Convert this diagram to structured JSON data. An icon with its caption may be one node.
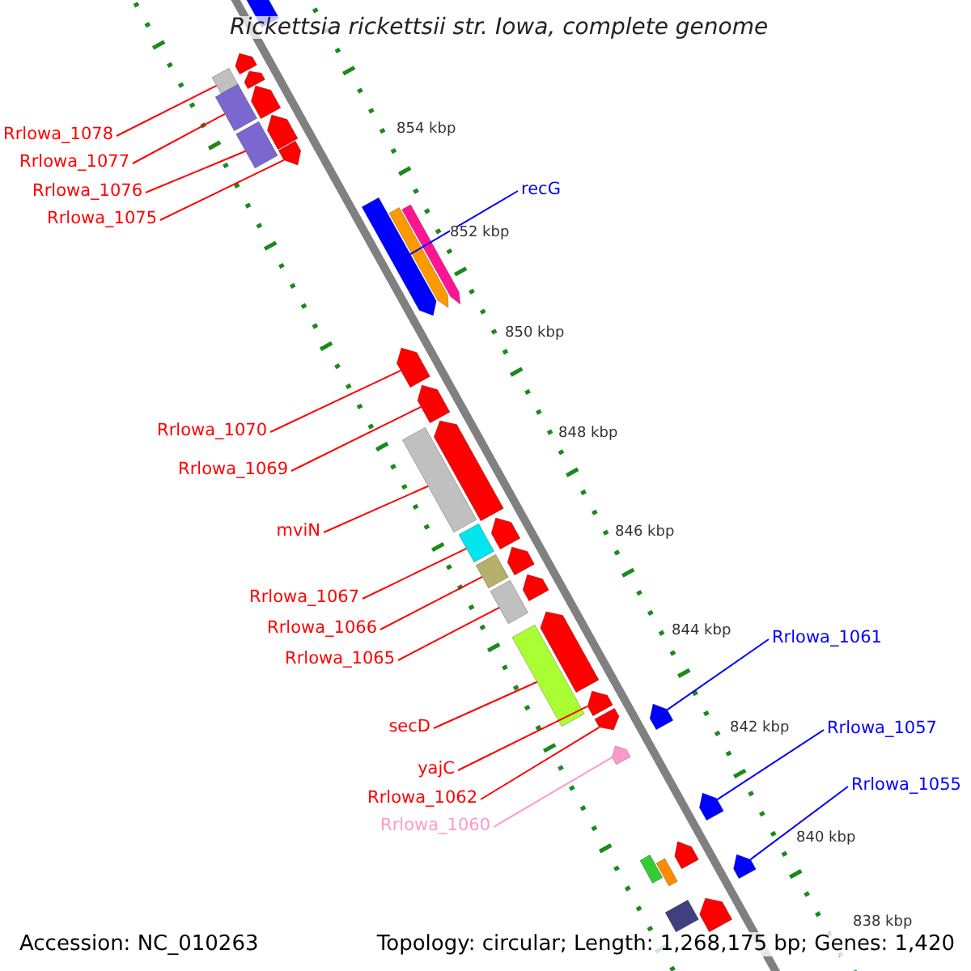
{
  "diagram": {
    "title": "Rickettsia rickettsii str. Iowa, complete genome",
    "nodes": [
      {
        "text": [
          "Rrlowa_1078"
        ]
      },
      {
        "text": [
          "Rrlowa_1077"
        ]
      },
      {
        "text": [
          "Rrlowa_1076"
        ]
      },
      {
        "text": [
          "Rrlowa_1075"
        ]
      },
      {
        "text": [
          "recG"
        ]
      },
      {
        "text": [
          "Rrlowa_1070"
        ]
      },
      {
        "text": [
          "Rrlowa_1069"
        ]
      },
      {
        "text": [
          "mviN"
        ]
      },
      {
        "text": [
          "Rrlowa_1067"
        ]
      },
      {
        "text": [
          "Rrlowa_1066"
        ]
      },
      {
        "text": [
          "Rrlowa_1065"
        ]
      },
      {
        "text": [
          "secD"
        ]
      },
      {
        "text": [
          "yajC"
        ]
      },
      {
        "text": [
          "Rrlowa_1062"
        ]
      },
      {
        "text": [
          "Rrlowa_1060"
        ]
      },
      {
        "text": [
          "Rrlowa_1061"
        ]
      },
      {
        "text": [
          "Rrlowa_1057"
        ]
      },
      {
        "text": [
          "Rrlowa_1055"
        ]
      },
      {
        "text": [],
        "shape": "bar"
      },
      {
        "text": [],
        "shape": "bar"
      },
      {
        "text": [],
        "shape": "bar"
      },
      {
        "text": [],
        "shape": "bar"
      },
      {
        "text": [],
        "shape": "bar"
      },
      {
        "text": [],
        "shape": "bar"
      },
      {
        "text": [],
        "shape": "bar"
      },
      {
        "text": [],
        "shape": "bar"
      },
      {
        "text": [],
        "shape": "bar"
      },
      {
        "text": [],
        "shape": "bar"
      },
      {
        "text": [],
        "shape": "bar"
      },
      {
        "text": [],
        "shape": "bar"
      },
      {
        "text": [],
        "shape": "bar"
      },
      {
        "text": [],
        "shape": "bar"
      },
      {
        "text": [],
        "shape": "bar"
      },
      {
        "text": [],
        "shape": "bar"
      },
      {
        "text": [],
        "shape": "bar"
      },
      {
        "text": [],
        "shape": "bar"
      },
      {
        "text": [],
        "shape": "bar"
      },
      {
        "text": [],
        "shape": "bar"
      },
      {
        "text": [],
        "shape": "bar"
      },
      {
        "text": [],
        "shape": "bar"
      },
      {
        "text": [],
        "shape": "bar"
      },
      {
        "text": [],
        "shape": "bar"
      },
      {
        "text": [],
        "shape": "bar"
      },
      {
        "text": [],
        "shape": "bar"
      },
      {
        "text": [],
        "shape": "bar"
      },
      {
        "text": [],
        "shape": "bar"
      },
      {
        "text": [],
        "shape": "bar"
      },
      {
        "text": [],
        "shape": "bar"
      },
      {
        "text": [],
        "shape": "bar"
      },
      {
        "text": [],
        "shape": "bar"
      },
      {
        "text": [],
        "shape": "bar"
      },
      {
        "text": [],
        "shape": "bar"
      },
      {
        "text": [],
        "shape": "bar"
      }
    ],
    "edges": [
      {
        "from": 0,
        "to": 18,
        "arrow": "none"
      },
      {
        "from": 1,
        "to": 19,
        "arrow": "none"
      },
      {
        "from": 2,
        "to": 20,
        "arrow": "none"
      },
      {
        "from": 3,
        "to": 21,
        "arrow": "none"
      },
      {
        "from": 4,
        "to": 22,
        "arrow": "none",
        "color": "#0000ff"
      },
      {
        "from": 5,
        "to": 23,
        "arrow": "none"
      },
      {
        "from": 6,
        "to": 24,
        "arrow": "none"
      },
      {
        "from": 7,
        "to": 25,
        "arrow": "none"
      },
      {
        "from": 8,
        "to": 26,
        "arrow": "none"
      },
      {
        "from": 9,
        "to": 27,
        "arrow": "none"
      },
      {
        "from": 10,
        "to": 28,
        "arrow": "none"
      },
      {
        "from": 11,
        "to": 29,
        "arrow": "none"
      },
      {
        "from": 12,
        "to": 30,
        "arrow": "none"
      },
      {
        "from": 13,
        "to": 31,
        "arrow": "none"
      },
      {
        "from": 14,
        "to": 32,
        "arrow": "none",
        "color": "#ff99cc"
      },
      {
        "from": 15,
        "to": 33,
        "arrow": "none",
        "color": "#0000ff"
      },
      {
        "from": 16,
        "to": 34,
        "arrow": "none",
        "color": "#0000ff"
      },
      {
        "from": 17,
        "to": 35,
        "arrow": "none",
        "color": "#0000ff"
      }
    ],
    "labels": [
      "854 kbp",
      "852 kbp",
      "850 kbp",
      "848 kbp",
      "846 kbp",
      "844 kbp",
      "842 kbp",
      "840 kbp",
      "838 kbp",
      "Accession: NC_010263",
      "Topology: circular; Length: 1,268,175 bp; Genes: 1,420"
    ]
  }
}
